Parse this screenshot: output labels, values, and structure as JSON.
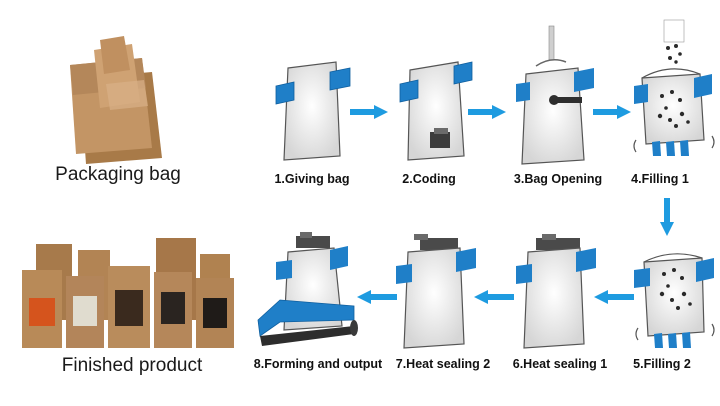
{
  "left_panel": {
    "packaging_bag_label": "Packaging bag",
    "finished_product_label": "Finished product"
  },
  "steps": [
    {
      "label": "1.Giving bag"
    },
    {
      "label": "2.Coding"
    },
    {
      "label": "3.Bag Opening"
    },
    {
      "label": "4.Filling 1"
    },
    {
      "label": "5.Filling 2"
    },
    {
      "label": "6.Heat sealing 1"
    },
    {
      "label": "7.Heat sealing 2"
    },
    {
      "label": "8.Forming and output"
    }
  ],
  "colors": {
    "arrow": "#1e9be0",
    "clamp": "#1f7fc8",
    "kraft": "#b98a55",
    "bag_outline": "#555555",
    "bag_fill": "#eeeeee"
  }
}
